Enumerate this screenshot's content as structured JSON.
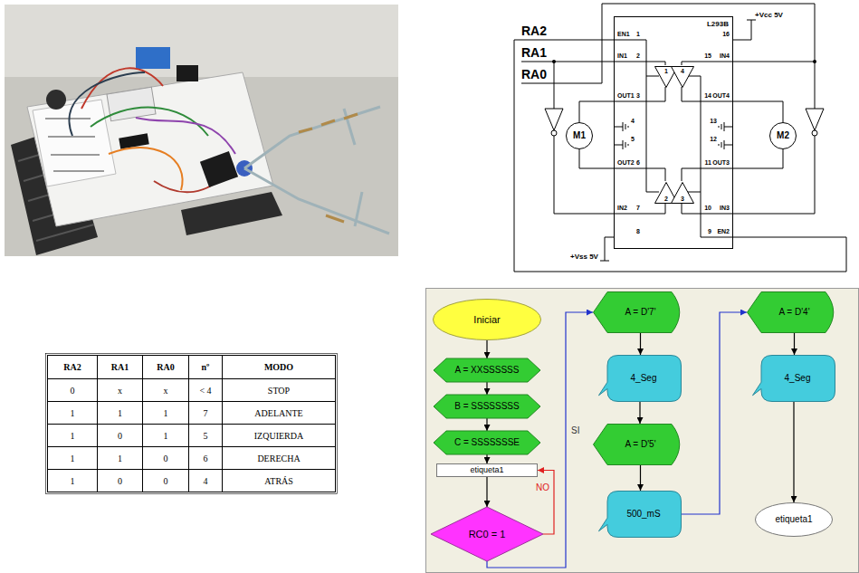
{
  "diagram": {
    "nodes": [
      {
        "text": [
          "L293B"
        ]
      },
      {
        "text": [
          "1"
        ],
        "in": 0
      },
      {
        "text": [
          "2"
        ],
        "in": 0
      },
      {
        "text": [
          "3"
        ],
        "in": 0
      },
      {
        "text": [
          "4"
        ],
        "in": 0
      },
      {
        "text": [
          "M1"
        ]
      },
      {
        "text": [
          "M2"
        ]
      },
      {
        "text": [
          "Iniciar"
        ]
      },
      {
        "text": [
          "A = XXSSSSSS"
        ]
      },
      {
        "text": [
          "B = SSSSSSSS"
        ]
      },
      {
        "text": [
          "C = SSSSSSSE"
        ]
      },
      {
        "text": [
          "etiqueta1"
        ]
      },
      {
        "text": [
          "RC0 = 1"
        ]
      },
      {
        "text": [
          "A = D'7'"
        ]
      },
      {
        "text": [
          "4_Seg"
        ]
      },
      {
        "text": [
          "A = D'5'"
        ]
      },
      {
        "text": [
          "500_mS"
        ]
      },
      {
        "text": [
          "A = D'4'"
        ]
      },
      {
        "text": [
          "4_Seg"
        ]
      },
      {
        "text": [
          "etiqueta1"
        ]
      }
    ],
    "edges": [
      {
        "from": 7,
        "to": 8,
        "arrow": "to"
      },
      {
        "from": 8,
        "to": 9,
        "arrow": "to"
      },
      {
        "from": 9,
        "to": 10,
        "arrow": "to"
      },
      {
        "from": 10,
        "to": 11,
        "arrow": "to"
      },
      {
        "from": 11,
        "to": 12,
        "arrow": "to"
      },
      {
        "from": 12,
        "to": 11,
        "label": "NO",
        "arrow": "to"
      },
      {
        "from": 12,
        "to": 13,
        "label": "SI",
        "arrow": "to"
      },
      {
        "from": 13,
        "to": 14,
        "arrow": "to"
      },
      {
        "from": 14,
        "to": 15,
        "arrow": "to"
      },
      {
        "from": 15,
        "to": 16,
        "arrow": "to"
      },
      {
        "from": 16,
        "to": 17,
        "arrow": "to"
      },
      {
        "from": 17,
        "to": 18,
        "arrow": "to"
      },
      {
        "from": 18,
        "to": 19,
        "arrow": "to"
      }
    ],
    "labels": [
      "RA2",
      "RA1",
      "RA0",
      "EN1",
      "1",
      "IN1",
      "2",
      "OUT1",
      "3",
      "4",
      "5",
      "OUT2",
      "6",
      "IN2",
      "7",
      "8",
      "+Vcc 5V",
      "16",
      "IN4",
      "15",
      "OUT4",
      "14",
      "13",
      "12",
      "OUT3",
      "11",
      "IN3",
      "10",
      "EN2",
      "9",
      "+Vss 5V",
      "RA2",
      "RA1",
      "RA0",
      "nº",
      "MODO",
      "0",
      "x",
      "x",
      "< 4",
      "STOP",
      "1",
      "1",
      "1",
      "7",
      "ADELANTE",
      "1",
      "0",
      "1",
      "5",
      "IZQUIERDA",
      "1",
      "1",
      "0",
      "6",
      "DERECHA",
      "1",
      "0",
      "0",
      "4",
      "ATRÁS"
    ]
  }
}
